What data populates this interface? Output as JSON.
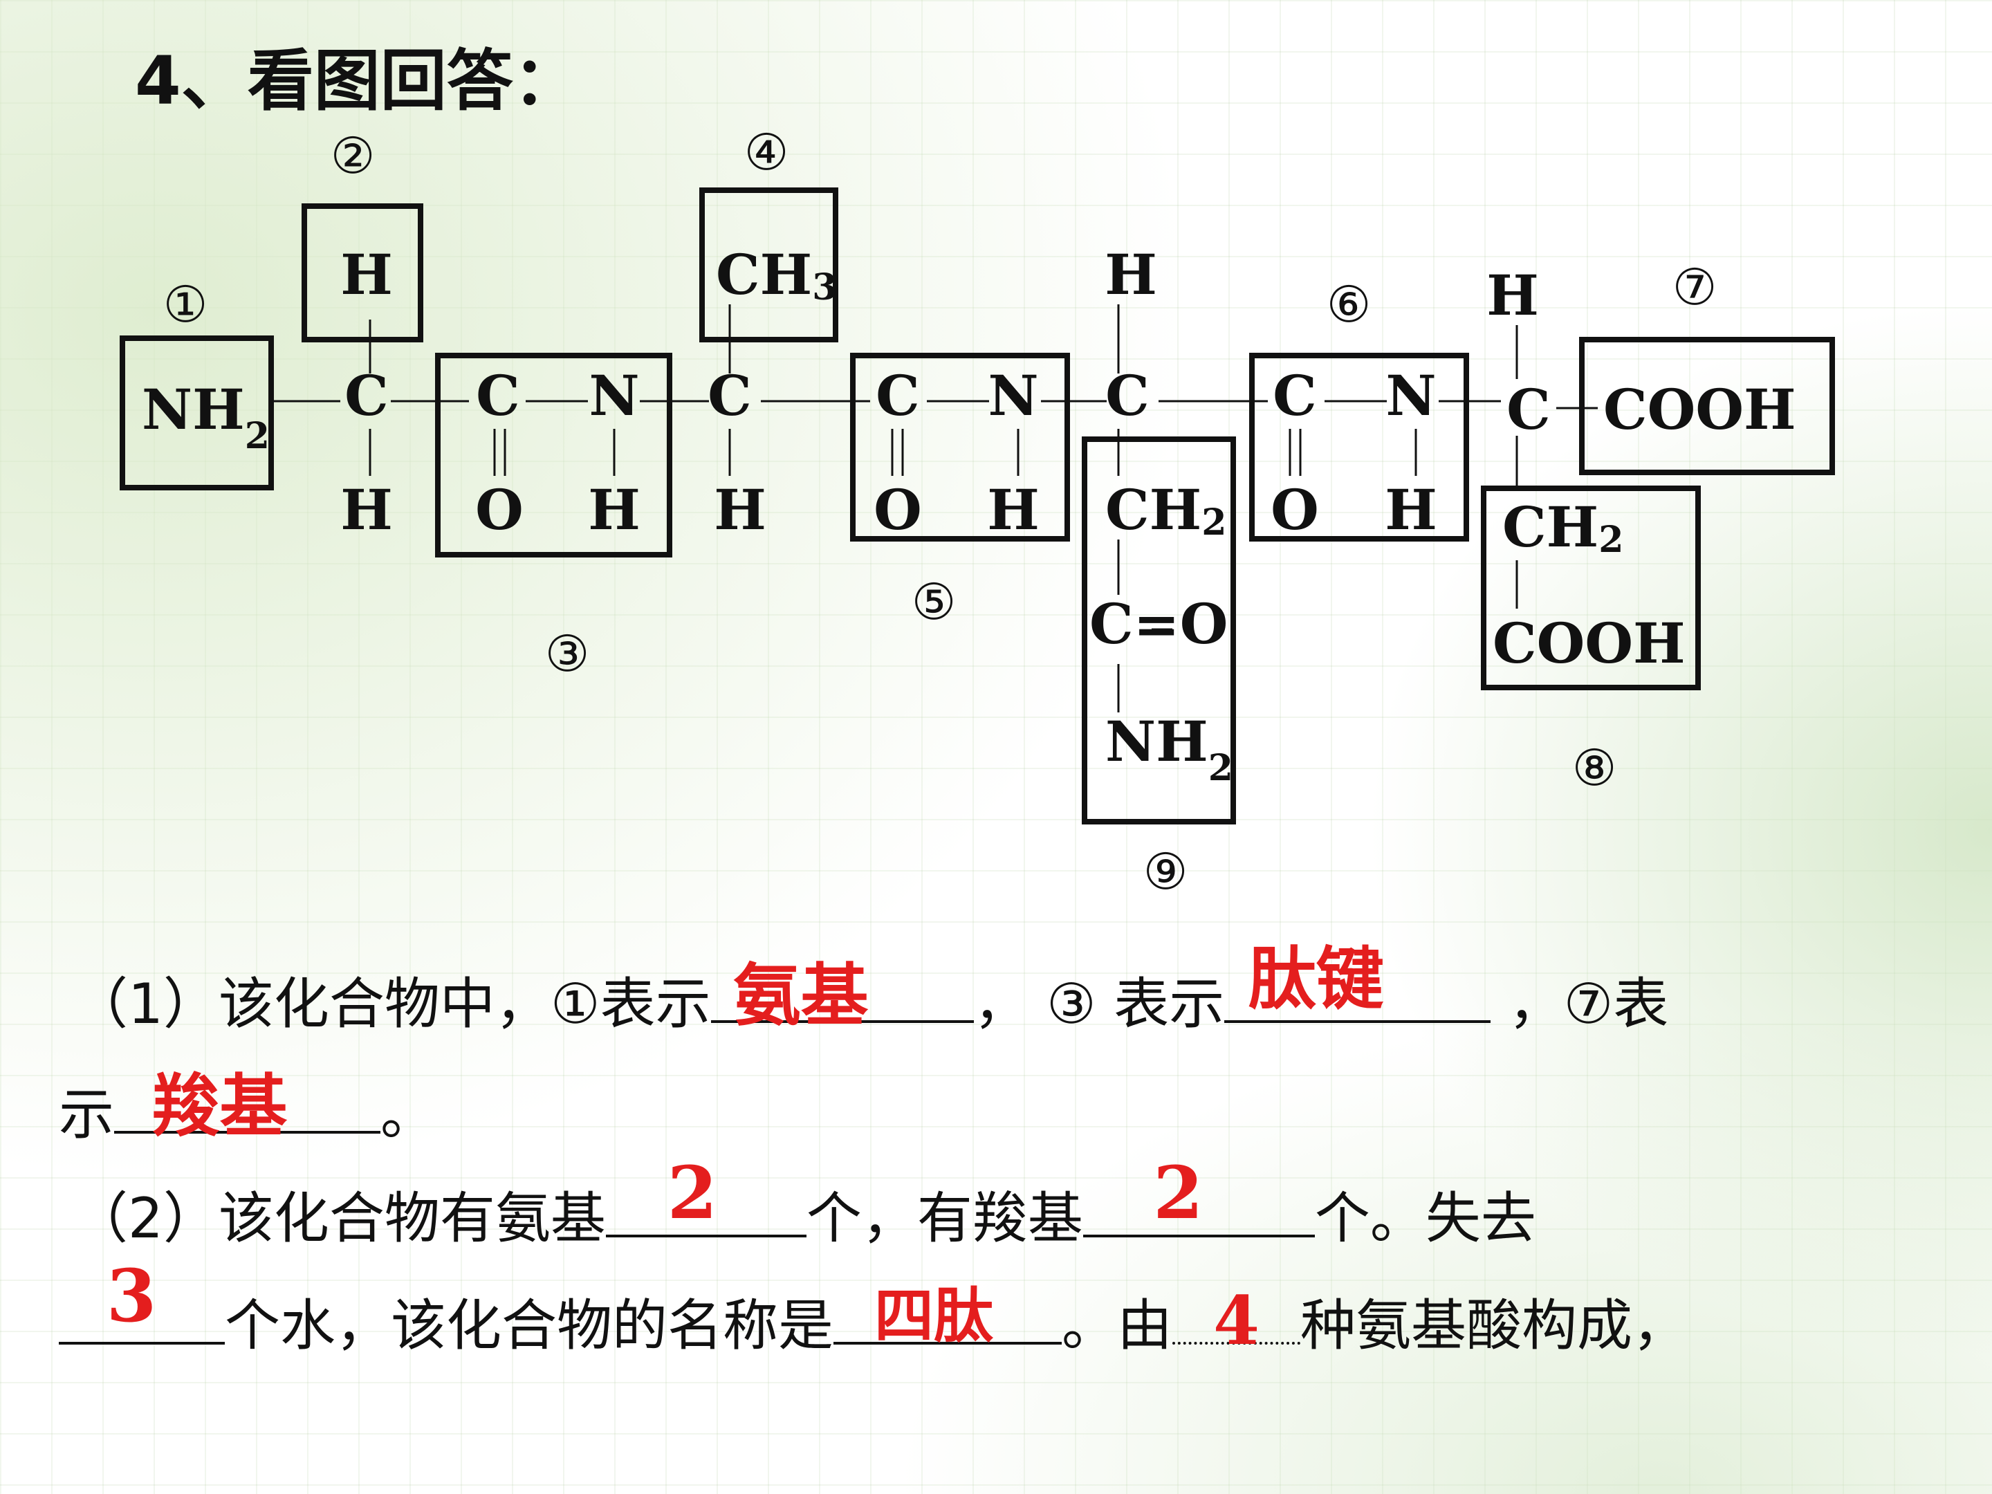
{
  "title": "4、看图回答：",
  "molecule": {
    "atoms": {
      "nh2_left": "NH",
      "sub2": "2",
      "h": "H",
      "c": "C",
      "n": "N",
      "o": "O",
      "ch3": "CH",
      "sub3": "3",
      "ch2": "CH",
      "c_eq_o": "C=O",
      "nh2": "NH",
      "cooh": "COOH"
    },
    "labels": {
      "m1": "①",
      "m2": "②",
      "m3": "③",
      "m4": "④",
      "m5": "⑤",
      "m6": "⑥",
      "m7": "⑦",
      "m8": "⑧",
      "m9": "⑨"
    }
  },
  "questions": {
    "q1_line1": {
      "prefix": "（1）该化合物中，①表示",
      "answer1": "氨基",
      "mid": "，  ③ 表示",
      "answer2": "肽键",
      "suffix": " ，⑦表"
    },
    "q1_line2": {
      "prefix": "示",
      "answer": "羧基",
      "suffix": "。"
    },
    "q2_line1": {
      "prefix": "（2）该化合物有氨基",
      "answer1": "2",
      "mid": "个，有羧基",
      "answer2": "2",
      "suffix": "个。失去"
    },
    "q2_line2": {
      "answer1": "3",
      "mid": "个水，该化合物的名称是",
      "answer2": "四肽",
      "mid2": "。由",
      "answer3": "4",
      "suffix": "种氨基酸构成，"
    }
  }
}
